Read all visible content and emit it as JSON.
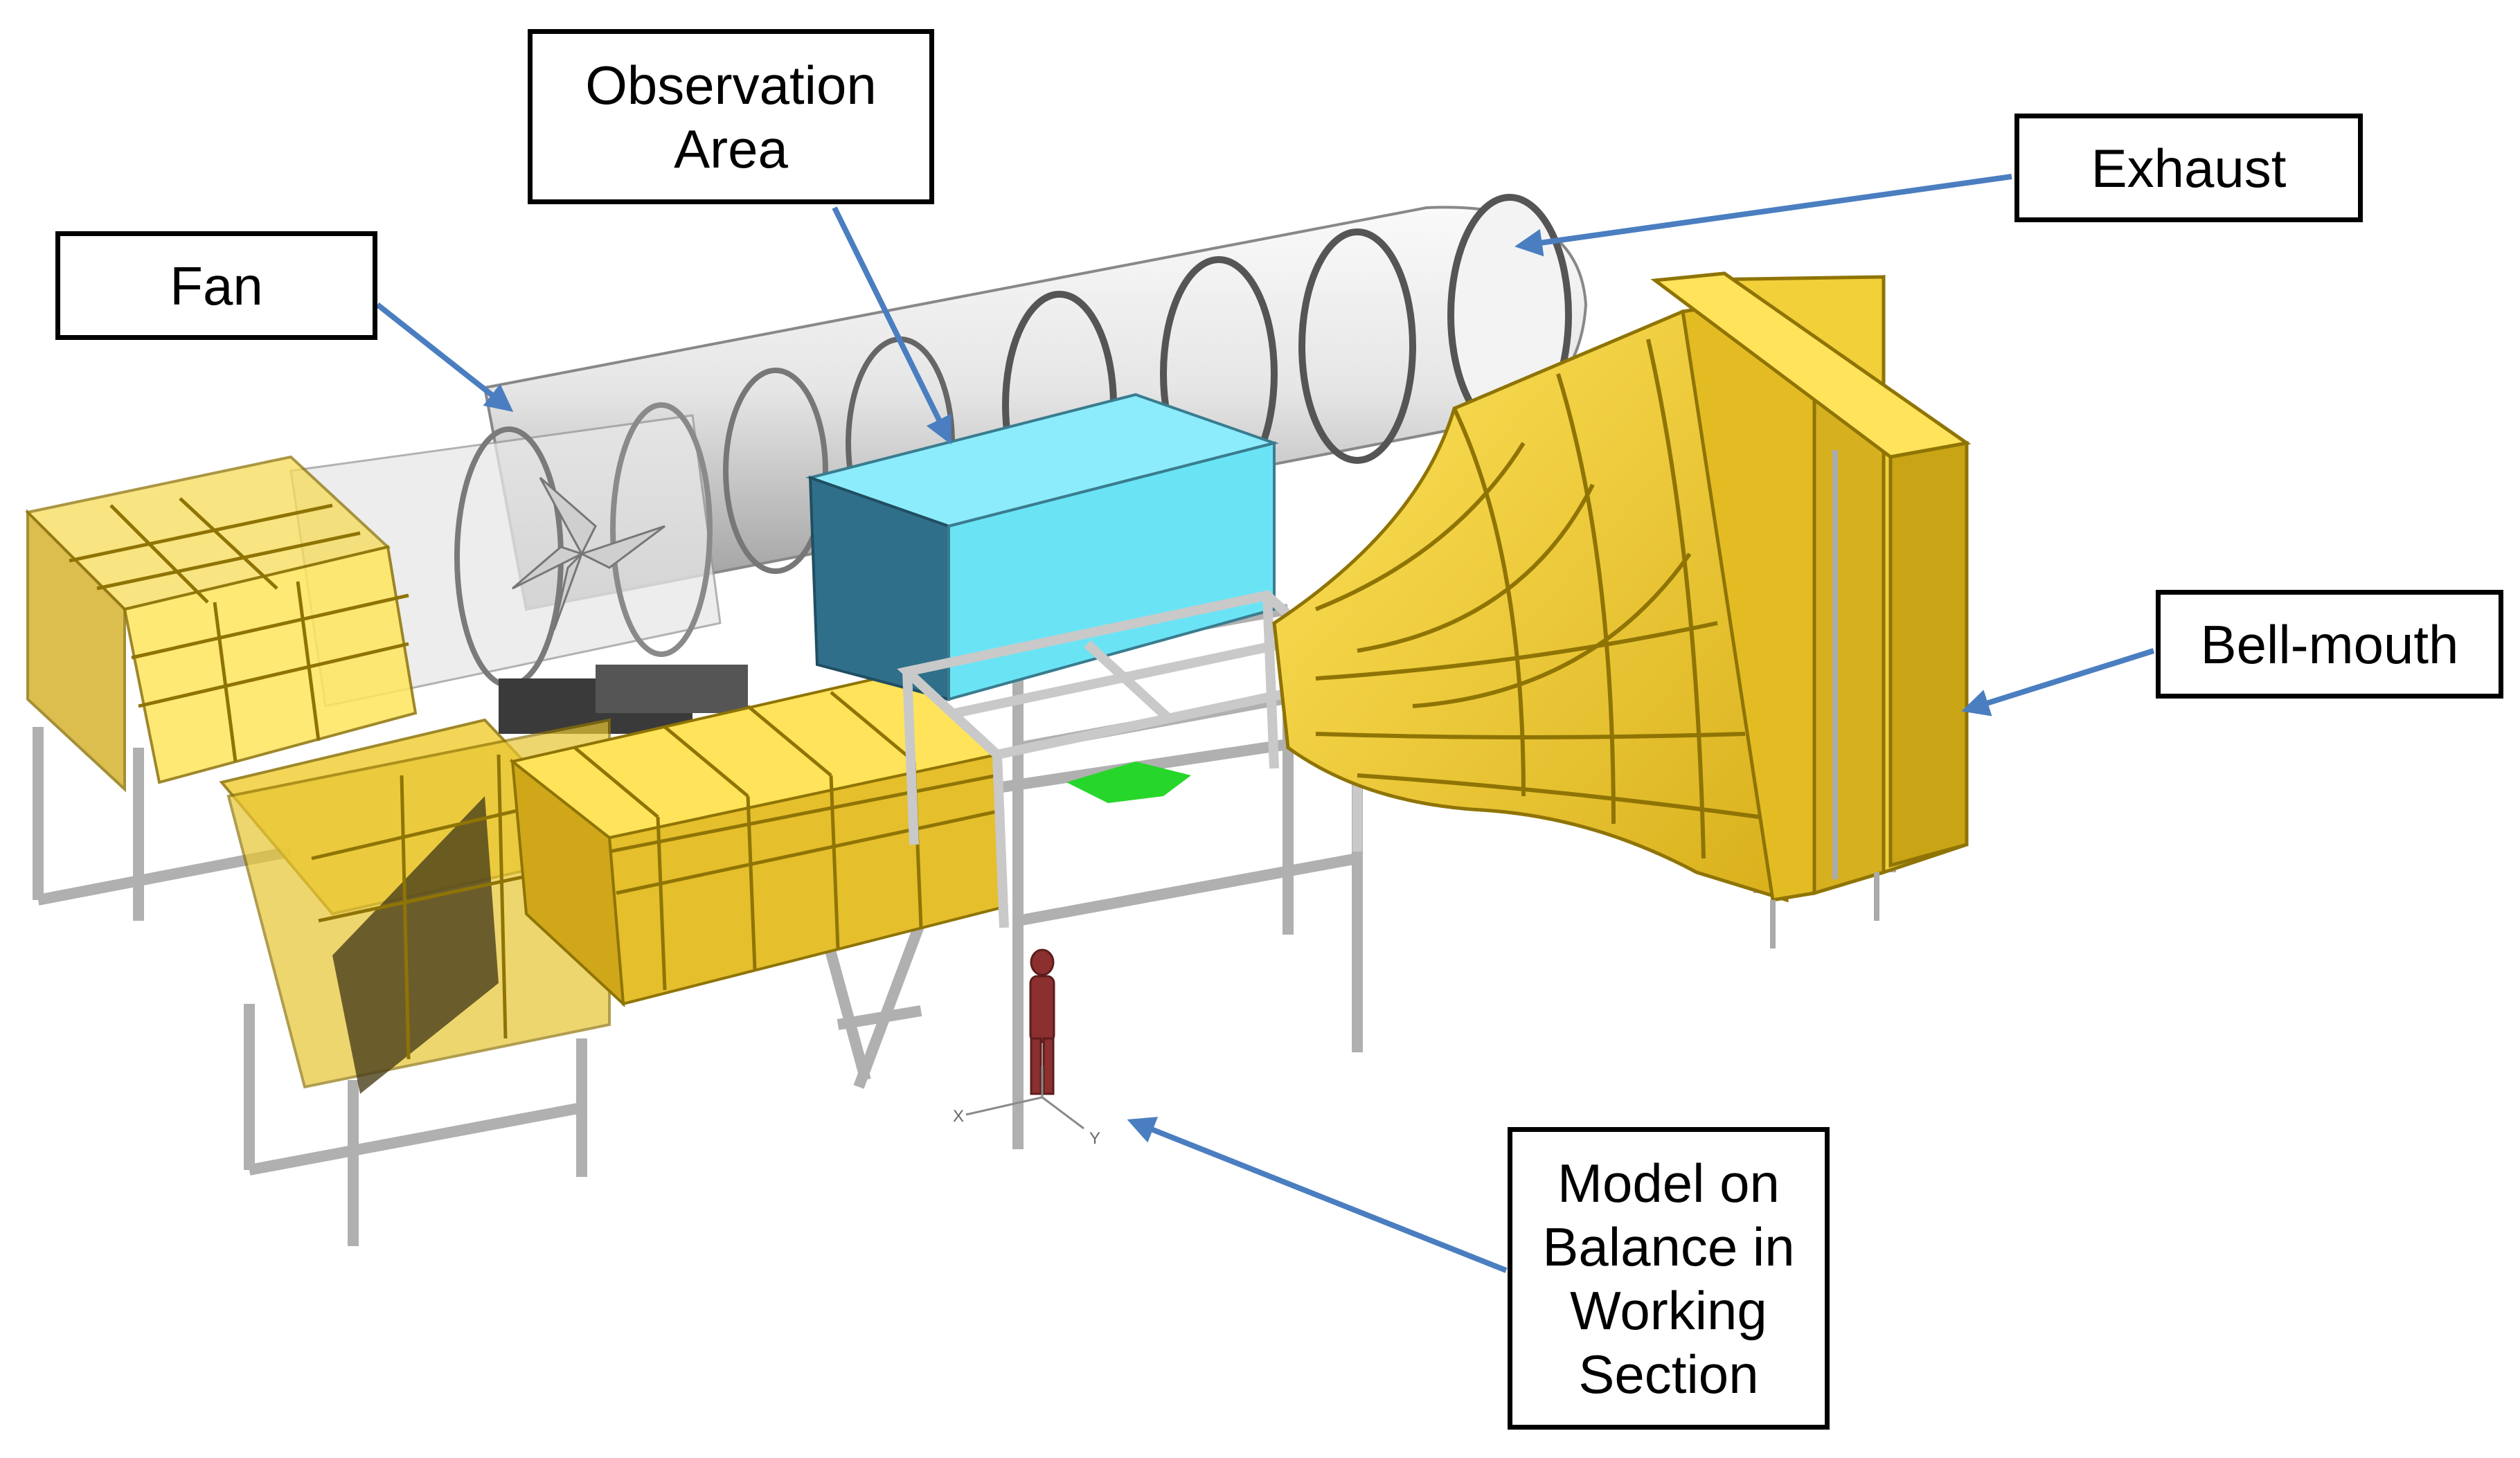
{
  "labels": {
    "observation": "Observation\nArea",
    "exhaust": "Exhaust",
    "fan": "Fan",
    "bellmouth": "Bell-mouth",
    "model": "Model on\nBalance in\nWorking\nSection"
  },
  "axes": {
    "x": "X",
    "y": "Y"
  },
  "colors": {
    "panel": "#f2d03a",
    "panel_dark": "#c9a415",
    "panel_line": "#8f7405",
    "observation_box": "#6ae4f5",
    "observation_side": "#2e6f8c",
    "duct": "#dcdcdc",
    "frame": "#b5b5b5",
    "arrow": "#4a7ec0",
    "person": "#8b2f2f",
    "model": "#27d62a"
  }
}
